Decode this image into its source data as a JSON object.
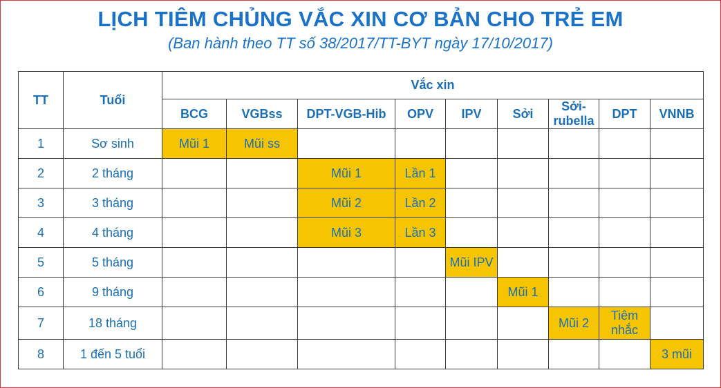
{
  "title": "LỊCH TIÊM CHỦNG VẮC XIN CƠ BẢN CHO TRẺ EM",
  "subtitle": "(Ban hành theo TT số 38/2017/TT-BYT ngày 17/10/2017)",
  "colors": {
    "accent": "#1a73c8",
    "highlight": "#f7c400",
    "frame": "#d93a3a"
  },
  "table": {
    "header": {
      "tt": "TT",
      "age": "Tuổi",
      "vaccine_group": "Vắc xin",
      "vaccines": [
        "BCG",
        "VGBss",
        "DPT-VGB-Hib",
        "OPV",
        "IPV",
        "Sởi",
        "Sởi-rubella",
        "DPT",
        "VNNB"
      ]
    },
    "rows": [
      {
        "tt": "1",
        "age": "Sơ sinh",
        "cells": [
          "Mũi 1",
          "Mũi ss",
          "",
          "",
          "",
          "",
          "",
          "",
          ""
        ]
      },
      {
        "tt": "2",
        "age": "2 tháng",
        "cells": [
          "",
          "",
          "Mũi 1",
          "Lần 1",
          "",
          "",
          "",
          "",
          ""
        ]
      },
      {
        "tt": "3",
        "age": "3 tháng",
        "cells": [
          "",
          "",
          "Mũi 2",
          "Lần 2",
          "",
          "",
          "",
          "",
          ""
        ]
      },
      {
        "tt": "4",
        "age": "4 tháng",
        "cells": [
          "",
          "",
          "Mũi 3",
          "Lần 3",
          "",
          "",
          "",
          "",
          ""
        ]
      },
      {
        "tt": "5",
        "age": "5 tháng",
        "cells": [
          "",
          "",
          "",
          "",
          "Mũi IPV",
          "",
          "",
          "",
          ""
        ]
      },
      {
        "tt": "6",
        "age": "9 tháng",
        "cells": [
          "",
          "",
          "",
          "",
          "",
          "Mũi 1",
          "",
          "",
          ""
        ]
      },
      {
        "tt": "7",
        "age": "18 tháng",
        "cells": [
          "",
          "",
          "",
          "",
          "",
          "",
          "Mũi 2",
          "Tiêm nhắc",
          ""
        ]
      },
      {
        "tt": "8",
        "age": "1 đến 5 tuổi",
        "cells": [
          "",
          "",
          "",
          "",
          "",
          "",
          "",
          "",
          "3 mũi"
        ]
      }
    ]
  }
}
